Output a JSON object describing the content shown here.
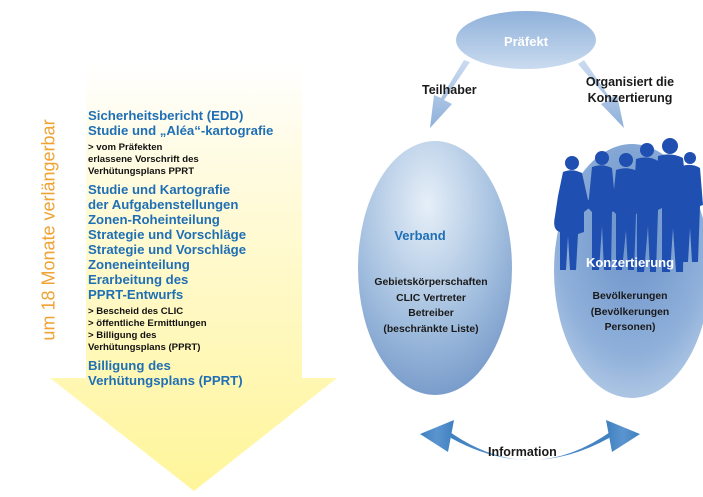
{
  "colors": {
    "accent_blue": "#1f6fb5",
    "orange": "#f0a232",
    "arrow_yellow": "#fff7b0"
  },
  "timeline": {
    "vertical_label": "um 18 Monate verlängerbar",
    "items": [
      {
        "text": "Sicherheitsbericht (EDD)",
        "style": "main"
      },
      {
        "text": "Studie und „Aléa“-kartografie",
        "style": "main"
      },
      {
        "text": "> vom Präfekten",
        "style": "small"
      },
      {
        "text": "erlassene Vorschrift des",
        "style": "small"
      },
      {
        "text": "Verhütungsplans PPRT",
        "style": "small"
      },
      {
        "text": "Studie und Kartografie",
        "style": "main"
      },
      {
        "text": "der Aufgabenstellungen",
        "style": "main"
      },
      {
        "text": "Zonen-Roheinteilung",
        "style": "main"
      },
      {
        "text": "Strategie und Vorschläge",
        "style": "main"
      },
      {
        "text": "Strategie und Vorschläge",
        "style": "main"
      },
      {
        "text": "Zoneneinteilung",
        "style": "main"
      },
      {
        "text": "Erarbeitung des",
        "style": "main"
      },
      {
        "text": "PPRT-Entwurfs",
        "style": "main"
      },
      {
        "text": "> Bescheid des CLIC",
        "style": "small"
      },
      {
        "text": "> öffentliche  Ermittlungen",
        "style": "small"
      },
      {
        "text": "> Billigung des",
        "style": "small"
      },
      {
        "text": "Verhütungsplans (PPRT)",
        "style": "small"
      },
      {
        "text": "Billigung des",
        "style": "main"
      },
      {
        "text": "Verhütungsplans (PPRT)",
        "style": "main"
      }
    ]
  },
  "diagram": {
    "prefect": "Präfekt",
    "edge_left": "Teilhaber",
    "edge_right_line1": "Organisiert die",
    "edge_right_line2": "Konzertierung",
    "verband": {
      "title": "Verband",
      "lines": [
        "Gebietskörperschaften",
        "CLIC Vertreter",
        "Betreiber",
        "(beschränkte Liste)"
      ]
    },
    "konzertierung": {
      "title": "Konzertierung",
      "lines": [
        "Bevölkerungen",
        "(Bevölkerungen",
        "Personen)"
      ]
    },
    "information": "Information",
    "people_icon": "people-group-silhouette-icon"
  }
}
